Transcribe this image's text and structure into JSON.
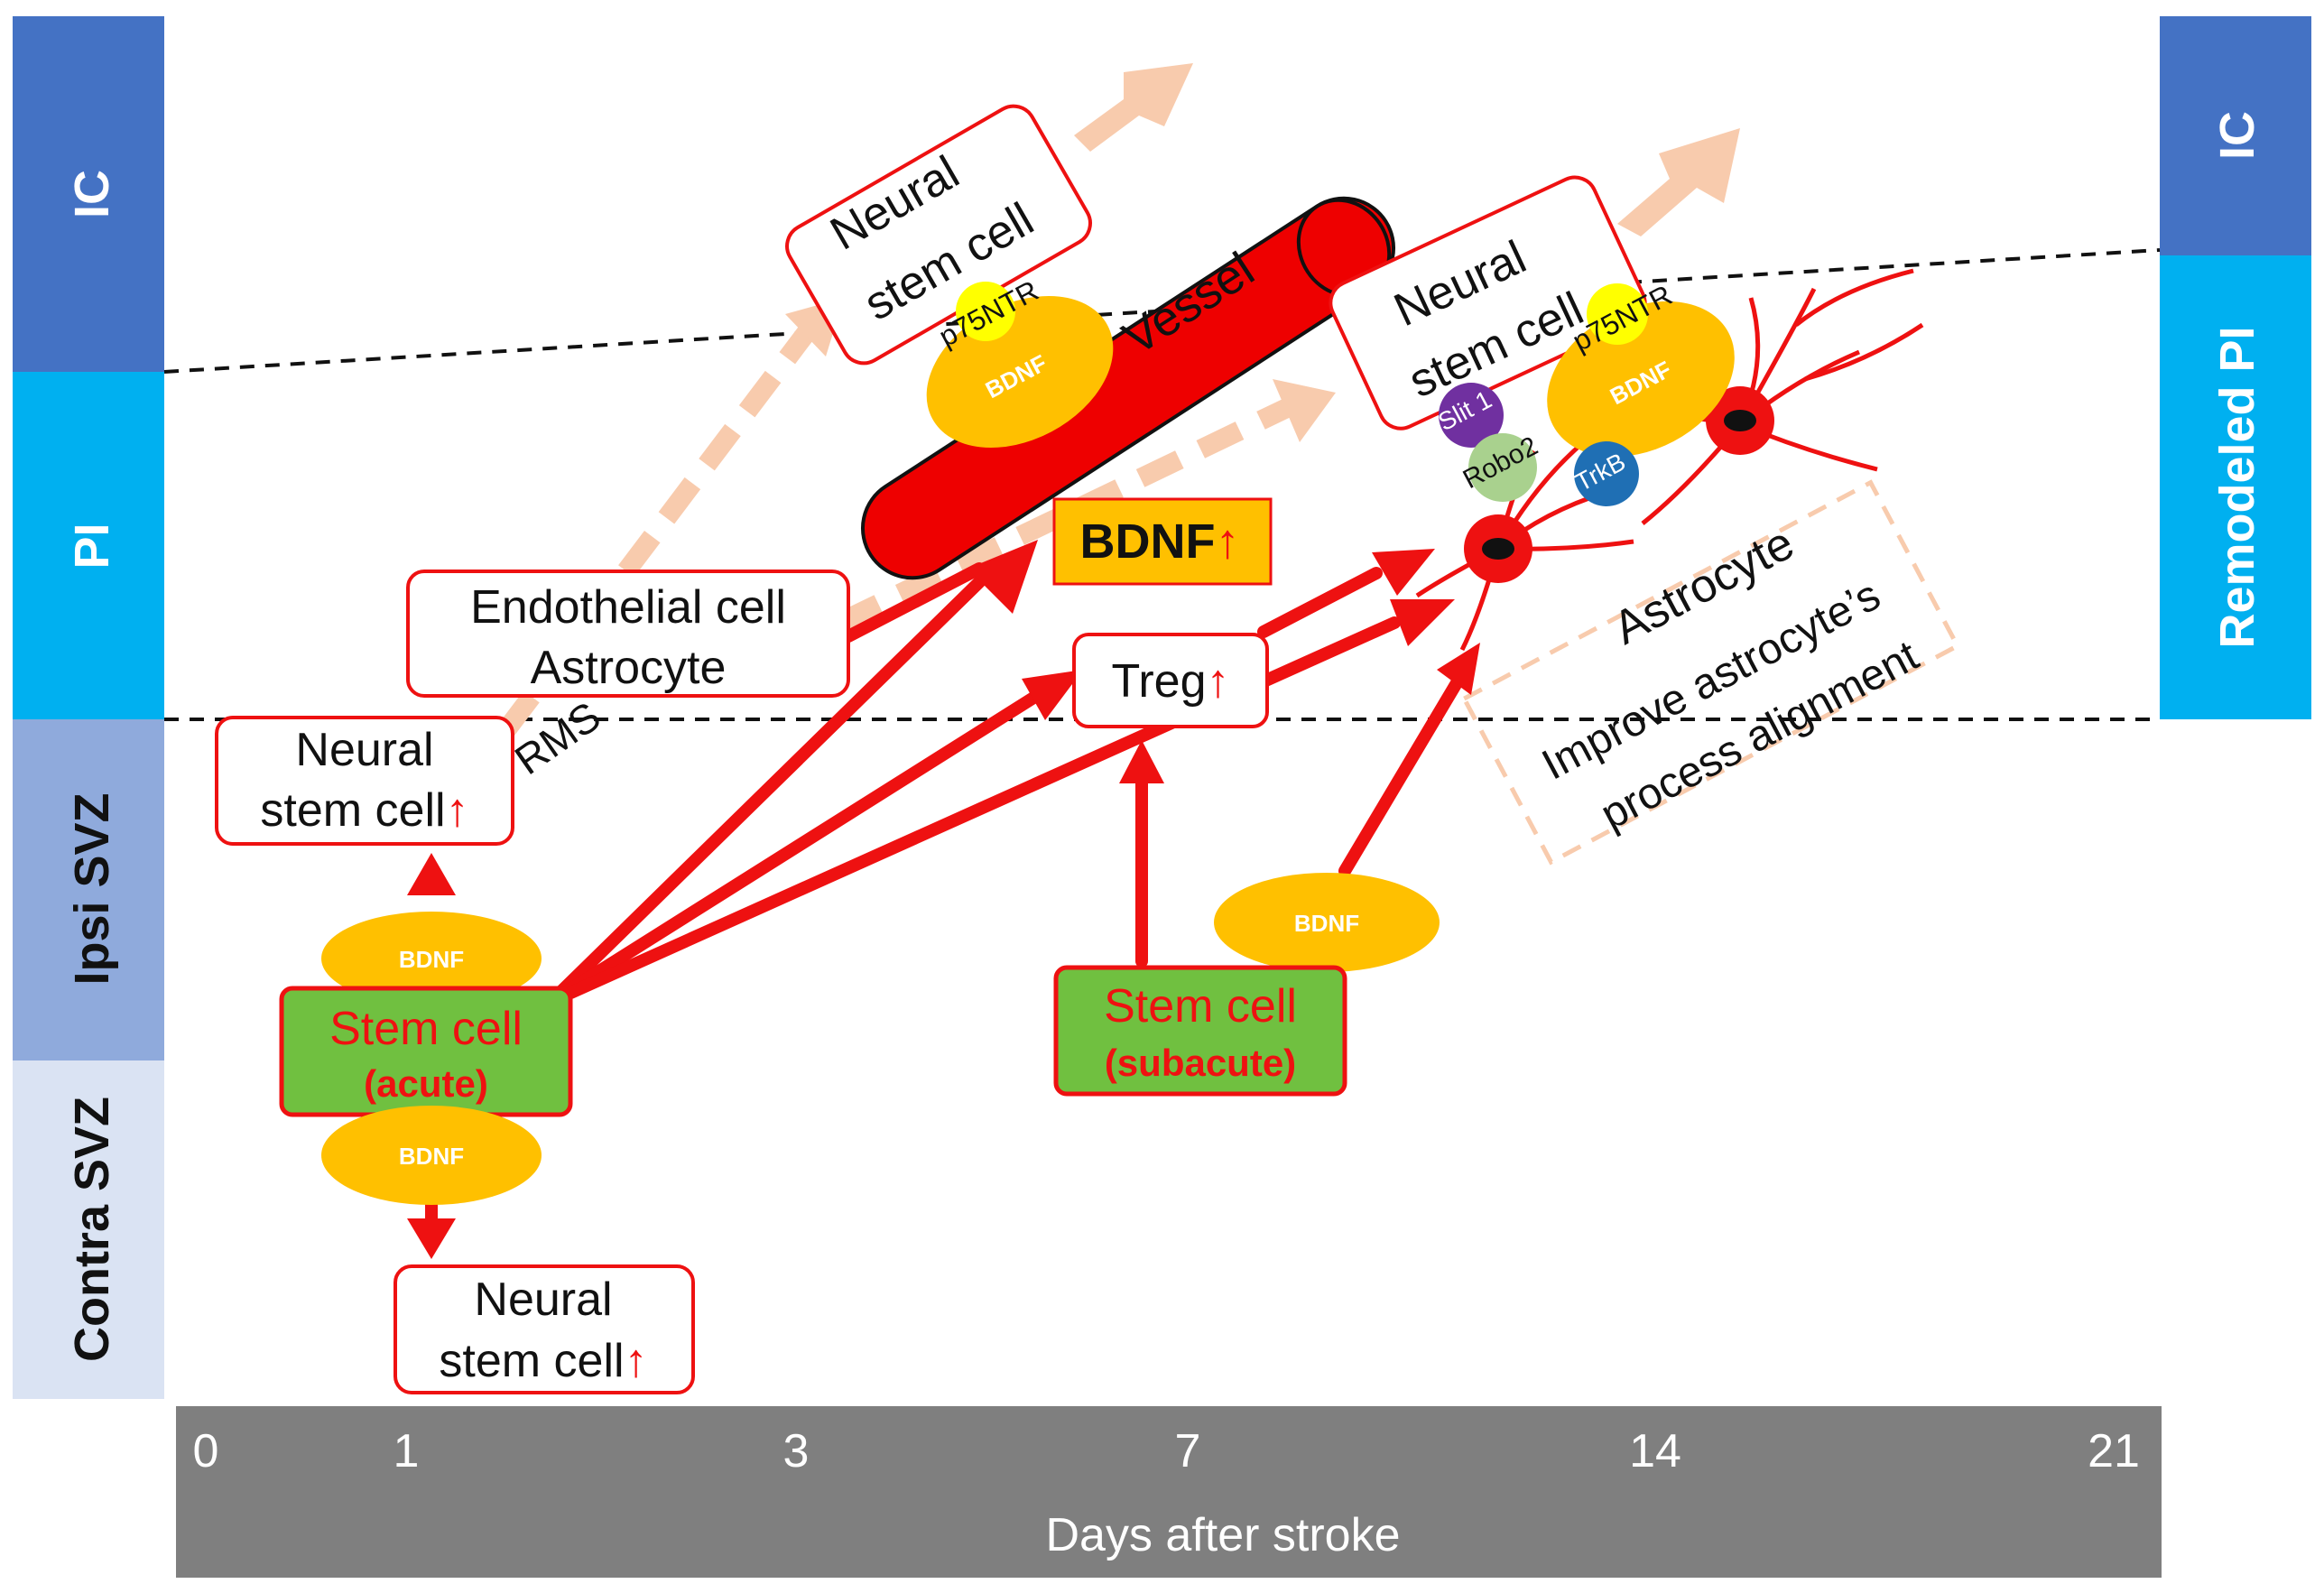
{
  "regions": {
    "ic_left": "IC",
    "pi_left": "PI",
    "ipsi_svz": "Ipsi SVZ",
    "contra_svz": "Contra SVZ",
    "ic_right": "IC",
    "remodeled_pi": "Remodeled PI"
  },
  "timeline": {
    "ticks": [
      "0",
      "1",
      "3",
      "7",
      "14",
      "21"
    ],
    "label": "Days after stroke"
  },
  "boxes": {
    "nsc_top": {
      "line1": "Neural",
      "line2": "stem cell"
    },
    "nsc_right": {
      "line1": "Neural",
      "line2": "stem cell"
    },
    "endothelial": {
      "line1": "Endothelial cell",
      "line2": "Astrocyte"
    },
    "nsc_ipsi": {
      "line1": "Neural",
      "line2": "stem cell",
      "arrow": "↑"
    },
    "nsc_contra": {
      "line1": "Neural",
      "line2": "stem cell",
      "arrow": "↑"
    },
    "bdnf_box": {
      "text": "BDNF",
      "arrow": "↑"
    },
    "treg": {
      "text": "Treg",
      "arrow": "↑"
    },
    "stem_acute": {
      "line1": "Stem cell",
      "line2": "(acute)"
    },
    "stem_subacute": {
      "line1": "Stem cell",
      "line2": "(subacute)"
    }
  },
  "molecules": {
    "bdnf": "BDNF",
    "p75ntr": "p75NTR",
    "slit1": "Slit 1",
    "robo2": "Robo2",
    "trkb": "TrkB"
  },
  "labels": {
    "vessel": "Vessel",
    "rms": "RMS",
    "astrocyte": "Astrocyte",
    "improve_line1": "Improve astrocyte’s",
    "improve_line2": "process alignment"
  },
  "colors": {
    "ic_band": "#4472c4",
    "pi_band": "#00b0f0",
    "ipsi_band": "#8faadc",
    "contra_band": "#dae3f3",
    "timeline": "#7f7f7f",
    "arrow_red": "#ee1111",
    "stem_green": "#70c040",
    "bdnf_orange": "#ffc000",
    "peach": "#f8cbad",
    "vessel_red": "#ee0000"
  }
}
